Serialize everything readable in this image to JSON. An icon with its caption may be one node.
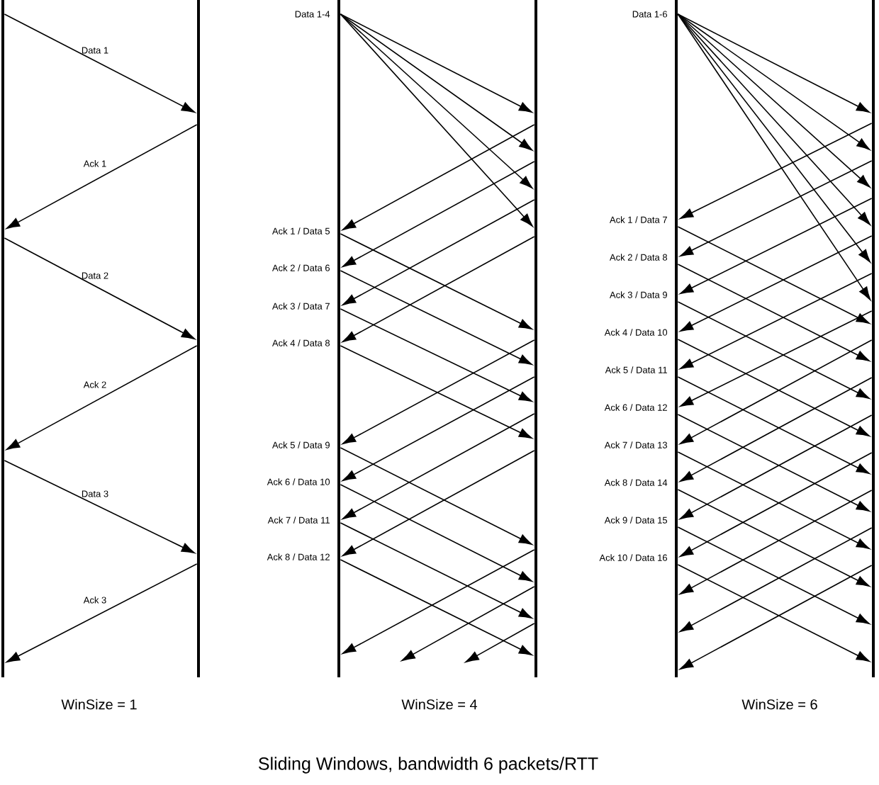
{
  "diagram": {
    "caption": "Sliding Windows, bandwidth 6 packets/RTT",
    "nodes": [
      {
        "text": [],
        "shape": "bar"
      },
      {
        "text": [],
        "shape": "bar"
      },
      {
        "text": [],
        "shape": "bar",
        "beside": [
          "Data 1-4",
          "Ack 1 / Data 5",
          "Ack 2 / Data 6",
          "Ack 3 / Data 7",
          "Ack 4 / Data 8",
          "Ack 5 / Data 9",
          "Ack 6 / Data 10",
          "Ack 7 / Data 11",
          "Ack 8 / Data 12"
        ]
      },
      {
        "text": [],
        "shape": "bar"
      },
      {
        "text": [],
        "shape": "bar",
        "beside": [
          "Data 1-6",
          "Ack 1 / Data 7",
          "Ack 2 / Data 8",
          "Ack 3 / Data 9",
          "Ack 4 / Data 10",
          "Ack 5 / Data 11",
          "Ack 6 / Data 12",
          "Ack 7 / Data 13",
          "Ack 8 / Data 14",
          "Ack 9 / Data 15",
          "Ack 10 / Data 16"
        ]
      },
      {
        "text": [],
        "shape": "bar"
      }
    ],
    "edges": [
      {
        "from": 0,
        "to": 1,
        "arrow": "to",
        "label": "Data 1"
      },
      {
        "from": 1,
        "to": 0,
        "arrow": "to",
        "label": "Ack 1"
      },
      {
        "from": 0,
        "to": 1,
        "arrow": "to",
        "label": "Data 2"
      },
      {
        "from": 1,
        "to": 0,
        "arrow": "to",
        "label": "Ack 2"
      },
      {
        "from": 0,
        "to": 1,
        "arrow": "to",
        "label": "Data 3"
      },
      {
        "from": 1,
        "to": 0,
        "arrow": "to",
        "label": "Ack 3"
      },
      {
        "from": 2,
        "to": 3,
        "arrow": "to"
      },
      {
        "from": 2,
        "to": 3,
        "arrow": "to"
      },
      {
        "from": 2,
        "to": 3,
        "arrow": "to"
      },
      {
        "from": 2,
        "to": 3,
        "arrow": "to"
      },
      {
        "from": 3,
        "to": 2,
        "arrow": "to"
      },
      {
        "from": 3,
        "to": 2,
        "arrow": "to"
      },
      {
        "from": 3,
        "to": 2,
        "arrow": "to"
      },
      {
        "from": 3,
        "to": 2,
        "arrow": "to"
      },
      {
        "from": 2,
        "to": 3,
        "arrow": "to"
      },
      {
        "from": 2,
        "to": 3,
        "arrow": "to"
      },
      {
        "from": 2,
        "to": 3,
        "arrow": "to"
      },
      {
        "from": 2,
        "to": 3,
        "arrow": "to"
      },
      {
        "from": 3,
        "to": 2,
        "arrow": "to"
      },
      {
        "from": 3,
        "to": 2,
        "arrow": "to"
      },
      {
        "from": 3,
        "to": 2,
        "arrow": "to"
      },
      {
        "from": 3,
        "to": 2,
        "arrow": "to"
      },
      {
        "from": 2,
        "to": 3,
        "arrow": "to"
      },
      {
        "from": 2,
        "to": 3,
        "arrow": "to"
      },
      {
        "from": 2,
        "to": 3,
        "arrow": "to"
      },
      {
        "from": 2,
        "to": 3,
        "arrow": "to"
      },
      {
        "from": 3,
        "to": 2,
        "arrow": "to"
      },
      {
        "from": 3,
        "to": null,
        "arrow": "to"
      },
      {
        "from": 3,
        "to": null,
        "arrow": "to"
      },
      {
        "from": 4,
        "to": 5,
        "arrow": "to"
      },
      {
        "from": 4,
        "to": 5,
        "arrow": "to"
      },
      {
        "from": 4,
        "to": 5,
        "arrow": "to"
      },
      {
        "from": 4,
        "to": 5,
        "arrow": "to"
      },
      {
        "from": 4,
        "to": 5,
        "arrow": "to"
      },
      {
        "from": 4,
        "to": 5,
        "arrow": "to"
      },
      {
        "from": 5,
        "to": 4,
        "arrow": "to"
      },
      {
        "from": 5,
        "to": 4,
        "arrow": "to"
      },
      {
        "from": 5,
        "to": 4,
        "arrow": "to"
      },
      {
        "from": 5,
        "to": 4,
        "arrow": "to"
      },
      {
        "from": 5,
        "to": 4,
        "arrow": "to"
      },
      {
        "from": 5,
        "to": 4,
        "arrow": "to"
      },
      {
        "from": 4,
        "to": 5,
        "arrow": "to"
      },
      {
        "from": 4,
        "to": 5,
        "arrow": "to"
      },
      {
        "from": 4,
        "to": 5,
        "arrow": "to"
      },
      {
        "from": 4,
        "to": 5,
        "arrow": "to"
      },
      {
        "from": 4,
        "to": 5,
        "arrow": "to"
      },
      {
        "from": 4,
        "to": 5,
        "arrow": "to"
      },
      {
        "from": 4,
        "to": 5,
        "arrow": "to"
      },
      {
        "from": 4,
        "to": 5,
        "arrow": "to"
      },
      {
        "from": 4,
        "to": 5,
        "arrow": "to"
      },
      {
        "from": 4,
        "to": 5,
        "arrow": "to"
      },
      {
        "from": 5,
        "to": 4,
        "arrow": "to"
      },
      {
        "from": 5,
        "to": 4,
        "arrow": "to"
      },
      {
        "from": 5,
        "to": 4,
        "arrow": "to"
      },
      {
        "from": 5,
        "to": 4,
        "arrow": "to"
      },
      {
        "from": 5,
        "to": 4,
        "arrow": "to"
      },
      {
        "from": 5,
        "to": 4,
        "arrow": "to"
      },
      {
        "from": 5,
        "to": 4,
        "arrow": "to"
      }
    ],
    "labels": [
      "WinSize = 1",
      "WinSize = 4",
      "WinSize = 6"
    ]
  }
}
